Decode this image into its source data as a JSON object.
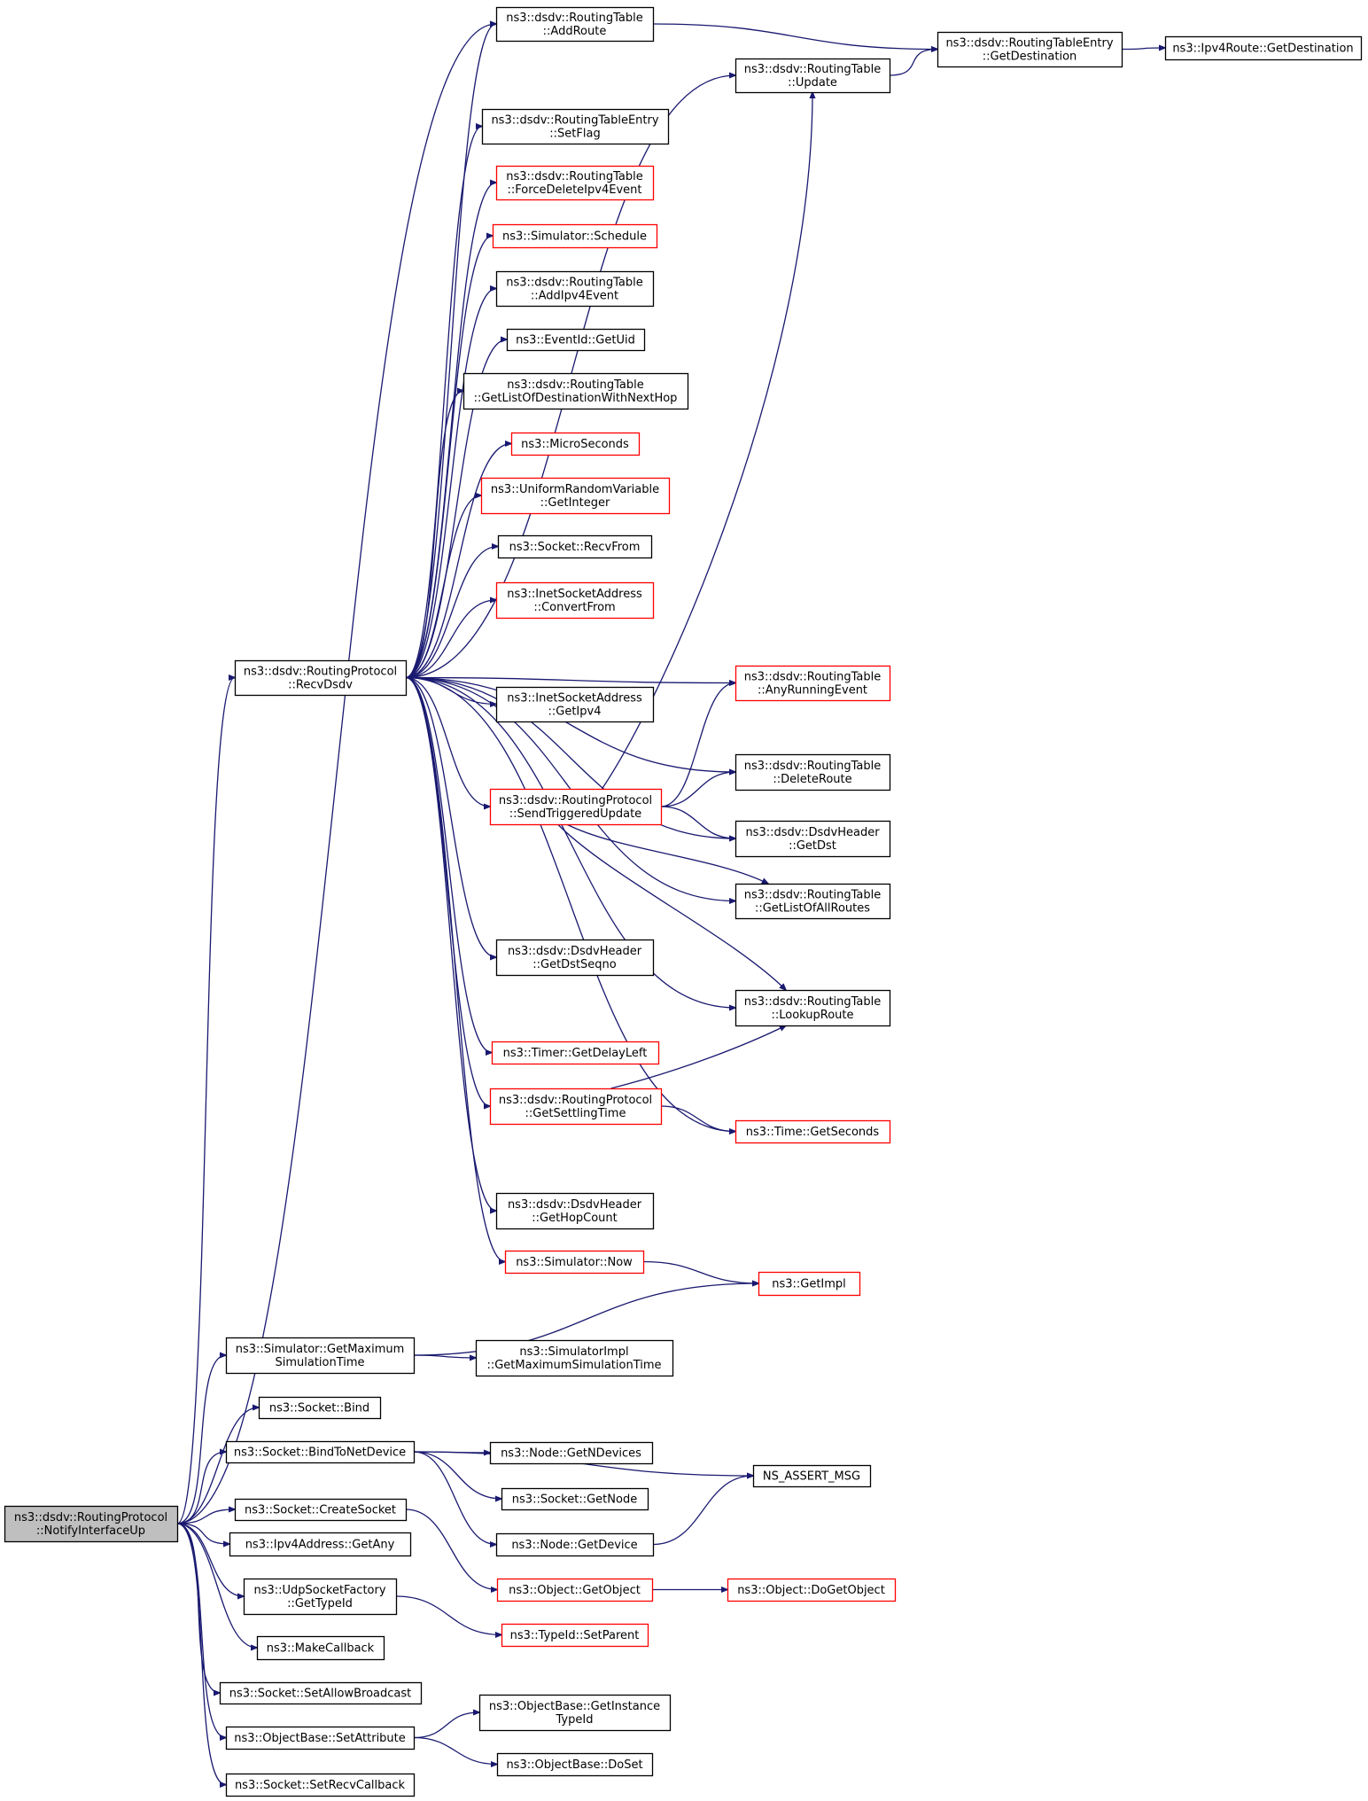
{
  "colors": {
    "edge": "#191970",
    "border_normal": "#000000",
    "border_truncated": "#ff0000",
    "root_fill": "#bfbfbf",
    "node_fill": "#ffffff"
  },
  "nodes": [
    {
      "id": "notify",
      "lines": [
        "ns3::dsdv::RoutingProtocol",
        "::NotifyInterfaceUp"
      ],
      "style": "root"
    },
    {
      "id": "recvdsdv",
      "lines": [
        "ns3::dsdv::RoutingProtocol",
        "::RecvDsdv"
      ],
      "style": "normal"
    },
    {
      "id": "addroute",
      "lines": [
        "ns3::dsdv::RoutingTable",
        "::AddRoute"
      ],
      "style": "normal"
    },
    {
      "id": "update",
      "lines": [
        "ns3::dsdv::RoutingTable",
        "::Update"
      ],
      "style": "normal"
    },
    {
      "id": "getdest_rte",
      "lines": [
        "ns3::dsdv::RoutingTableEntry",
        "::GetDestination"
      ],
      "style": "normal"
    },
    {
      "id": "getdest_ipv4",
      "lines": [
        "ns3::Ipv4Route::GetDestination"
      ],
      "style": "normal"
    },
    {
      "id": "setflag",
      "lines": [
        "ns3::dsdv::RoutingTableEntry",
        "::SetFlag"
      ],
      "style": "normal"
    },
    {
      "id": "forcedelete",
      "lines": [
        "ns3::dsdv::RoutingTable",
        "::ForceDeleteIpv4Event"
      ],
      "style": "truncated"
    },
    {
      "id": "schedule",
      "lines": [
        "ns3::Simulator::Schedule"
      ],
      "style": "truncated"
    },
    {
      "id": "addipv4event",
      "lines": [
        "ns3::dsdv::RoutingTable",
        "::AddIpv4Event"
      ],
      "style": "normal"
    },
    {
      "id": "getuid",
      "lines": [
        "ns3::EventId::GetUid"
      ],
      "style": "normal"
    },
    {
      "id": "getlistnexthop",
      "lines": [
        "ns3::dsdv::RoutingTable",
        "::GetListOfDestinationWithNextHop"
      ],
      "style": "normal"
    },
    {
      "id": "microseconds",
      "lines": [
        "ns3::MicroSeconds"
      ],
      "style": "truncated"
    },
    {
      "id": "getinteger",
      "lines": [
        "ns3::UniformRandomVariable",
        "::GetInteger"
      ],
      "style": "truncated"
    },
    {
      "id": "recvfrom",
      "lines": [
        "ns3::Socket::RecvFrom"
      ],
      "style": "normal"
    },
    {
      "id": "convertfrom",
      "lines": [
        "ns3::InetSocketAddress",
        "::ConvertFrom"
      ],
      "style": "truncated"
    },
    {
      "id": "anyrunning",
      "lines": [
        "ns3::dsdv::RoutingTable",
        "::AnyRunningEvent"
      ],
      "style": "truncated"
    },
    {
      "id": "getipv4",
      "lines": [
        "ns3::InetSocketAddress",
        "::GetIpv4"
      ],
      "style": "normal"
    },
    {
      "id": "deleteroute",
      "lines": [
        "ns3::dsdv::RoutingTable",
        "::DeleteRoute"
      ],
      "style": "normal"
    },
    {
      "id": "sendtriggered",
      "lines": [
        "ns3::dsdv::RoutingProtocol",
        "::SendTriggeredUpdate"
      ],
      "style": "truncated"
    },
    {
      "id": "getdst",
      "lines": [
        "ns3::dsdv::DsdvHeader",
        "::GetDst"
      ],
      "style": "normal"
    },
    {
      "id": "getlistall",
      "lines": [
        "ns3::dsdv::RoutingTable",
        "::GetListOfAllRoutes"
      ],
      "style": "normal"
    },
    {
      "id": "getdstseqno",
      "lines": [
        "ns3::dsdv::DsdvHeader",
        "::GetDstSeqno"
      ],
      "style": "normal"
    },
    {
      "id": "lookuproute",
      "lines": [
        "ns3::dsdv::RoutingTable",
        "::LookupRoute"
      ],
      "style": "normal"
    },
    {
      "id": "getdelayleft",
      "lines": [
        "ns3::Timer::GetDelayLeft"
      ],
      "style": "truncated"
    },
    {
      "id": "getsettling",
      "lines": [
        "ns3::dsdv::RoutingProtocol",
        "::GetSettlingTime"
      ],
      "style": "truncated"
    },
    {
      "id": "getseconds",
      "lines": [
        "ns3::Time::GetSeconds"
      ],
      "style": "truncated"
    },
    {
      "id": "gethopcount",
      "lines": [
        "ns3::dsdv::DsdvHeader",
        "::GetHopCount"
      ],
      "style": "normal"
    },
    {
      "id": "simnow",
      "lines": [
        "ns3::Simulator::Now"
      ],
      "style": "truncated"
    },
    {
      "id": "getimpl",
      "lines": [
        "ns3::GetImpl"
      ],
      "style": "truncated"
    },
    {
      "id": "getmaxsim",
      "lines": [
        "ns3::Simulator::GetMaximum",
        "SimulationTime"
      ],
      "style": "normal"
    },
    {
      "id": "simimplmax",
      "lines": [
        "ns3::SimulatorImpl",
        "::GetMaximumSimulationTime"
      ],
      "style": "normal"
    },
    {
      "id": "bind",
      "lines": [
        "ns3::Socket::Bind"
      ],
      "style": "normal"
    },
    {
      "id": "bindnetdev",
      "lines": [
        "ns3::Socket::BindToNetDevice"
      ],
      "style": "normal"
    },
    {
      "id": "getndevices",
      "lines": [
        "ns3::Node::GetNDevices"
      ],
      "style": "normal"
    },
    {
      "id": "assertmsg",
      "lines": [
        "NS_ASSERT_MSG"
      ],
      "style": "normal"
    },
    {
      "id": "getnode",
      "lines": [
        "ns3::Socket::GetNode"
      ],
      "style": "normal"
    },
    {
      "id": "createsocket",
      "lines": [
        "ns3::Socket::CreateSocket"
      ],
      "style": "normal"
    },
    {
      "id": "getdevice",
      "lines": [
        "ns3::Node::GetDevice"
      ],
      "style": "normal"
    },
    {
      "id": "getany",
      "lines": [
        "ns3::Ipv4Address::GetAny"
      ],
      "style": "normal"
    },
    {
      "id": "udptypeid",
      "lines": [
        "ns3::UdpSocketFactory",
        "::GetTypeId"
      ],
      "style": "normal"
    },
    {
      "id": "getobject",
      "lines": [
        "ns3::Object::GetObject"
      ],
      "style": "truncated"
    },
    {
      "id": "dogetobject",
      "lines": [
        "ns3::Object::DoGetObject"
      ],
      "style": "truncated"
    },
    {
      "id": "setparent",
      "lines": [
        "ns3::TypeId::SetParent"
      ],
      "style": "truncated"
    },
    {
      "id": "makecallback",
      "lines": [
        "ns3::MakeCallback"
      ],
      "style": "normal"
    },
    {
      "id": "setallowbcast",
      "lines": [
        "ns3::Socket::SetAllowBroadcast"
      ],
      "style": "normal"
    },
    {
      "id": "setattribute",
      "lines": [
        "ns3::ObjectBase::SetAttribute"
      ],
      "style": "normal"
    },
    {
      "id": "getinstancetypeid",
      "lines": [
        "ns3::ObjectBase::GetInstance",
        "TypeId"
      ],
      "style": "normal"
    },
    {
      "id": "doset",
      "lines": [
        "ns3::ObjectBase::DoSet"
      ],
      "style": "normal"
    },
    {
      "id": "setrecvcb",
      "lines": [
        "ns3::Socket::SetRecvCallback"
      ],
      "style": "normal"
    }
  ],
  "edges": [
    [
      "notify",
      "addroute"
    ],
    [
      "notify",
      "recvdsdv"
    ],
    [
      "notify",
      "getmaxsim"
    ],
    [
      "notify",
      "bind"
    ],
    [
      "notify",
      "bindnetdev"
    ],
    [
      "notify",
      "createsocket"
    ],
    [
      "notify",
      "getany"
    ],
    [
      "notify",
      "udptypeid"
    ],
    [
      "notify",
      "makecallback"
    ],
    [
      "notify",
      "setallowbcast"
    ],
    [
      "notify",
      "setattribute"
    ],
    [
      "notify",
      "setrecvcb"
    ],
    [
      "recvdsdv",
      "addroute"
    ],
    [
      "recvdsdv",
      "update"
    ],
    [
      "recvdsdv",
      "setflag"
    ],
    [
      "recvdsdv",
      "forcedelete"
    ],
    [
      "recvdsdv",
      "schedule"
    ],
    [
      "recvdsdv",
      "addipv4event"
    ],
    [
      "recvdsdv",
      "getuid"
    ],
    [
      "recvdsdv",
      "getlistnexthop"
    ],
    [
      "recvdsdv",
      "microseconds"
    ],
    [
      "recvdsdv",
      "getinteger"
    ],
    [
      "recvdsdv",
      "recvfrom"
    ],
    [
      "recvdsdv",
      "convertfrom"
    ],
    [
      "recvdsdv",
      "anyrunning"
    ],
    [
      "recvdsdv",
      "getipv4"
    ],
    [
      "recvdsdv",
      "deleteroute"
    ],
    [
      "recvdsdv",
      "sendtriggered"
    ],
    [
      "recvdsdv",
      "getdst"
    ],
    [
      "recvdsdv",
      "getlistall"
    ],
    [
      "recvdsdv",
      "getdstseqno"
    ],
    [
      "recvdsdv",
      "lookuproute"
    ],
    [
      "recvdsdv",
      "getdelayleft"
    ],
    [
      "recvdsdv",
      "getsettling"
    ],
    [
      "recvdsdv",
      "getseconds"
    ],
    [
      "recvdsdv",
      "gethopcount"
    ],
    [
      "recvdsdv",
      "simnow"
    ],
    [
      "addroute",
      "getdest_rte"
    ],
    [
      "update",
      "getdest_rte"
    ],
    [
      "getdest_rte",
      "getdest_ipv4"
    ],
    [
      "sendtriggered",
      "update"
    ],
    [
      "sendtriggered",
      "anyrunning"
    ],
    [
      "sendtriggered",
      "deleteroute"
    ],
    [
      "sendtriggered",
      "getdst"
    ],
    [
      "sendtriggered",
      "getlistall"
    ],
    [
      "sendtriggered",
      "lookuproute"
    ],
    [
      "getsettling",
      "lookuproute"
    ],
    [
      "getsettling",
      "getseconds"
    ],
    [
      "simnow",
      "getimpl"
    ],
    [
      "getmaxsim",
      "getimpl"
    ],
    [
      "getmaxsim",
      "simimplmax"
    ],
    [
      "bindnetdev",
      "assertmsg"
    ],
    [
      "bindnetdev",
      "getndevices"
    ],
    [
      "bindnetdev",
      "getnode"
    ],
    [
      "bindnetdev",
      "getdevice"
    ],
    [
      "getdevice",
      "assertmsg"
    ],
    [
      "createsocket",
      "getobject"
    ],
    [
      "getobject",
      "dogetobject"
    ],
    [
      "udptypeid",
      "setparent"
    ],
    [
      "setattribute",
      "getinstancetypeid"
    ],
    [
      "setattribute",
      "doset"
    ]
  ]
}
